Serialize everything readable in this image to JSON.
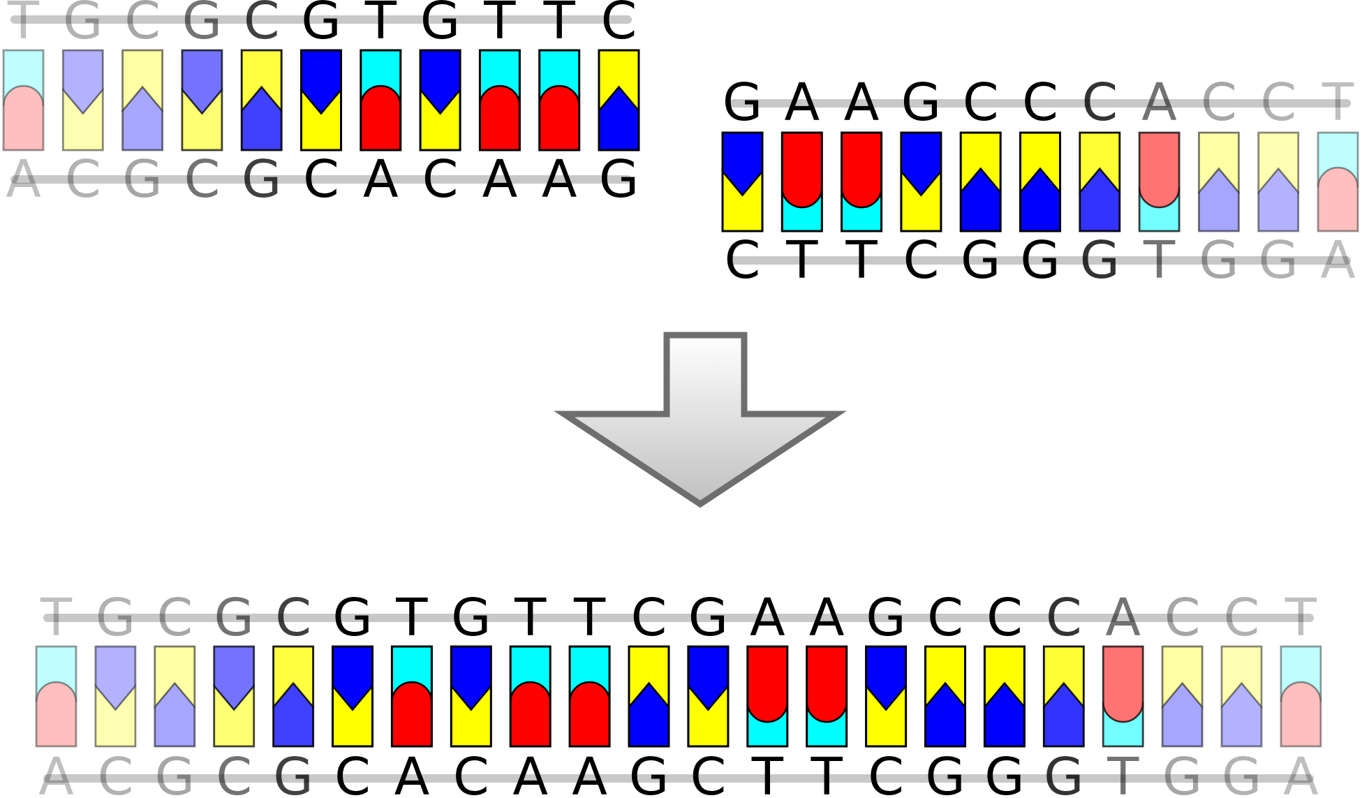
{
  "strands": [
    {
      "id": "fragment-left",
      "top_letters": [
        "T",
        "G",
        "C",
        "G",
        "C",
        "G",
        "T",
        "G",
        "T",
        "T",
        "C"
      ],
      "bottom_letters": [
        "A",
        "C",
        "G",
        "C",
        "G",
        "C",
        "A",
        "C",
        "A",
        "A",
        "G"
      ],
      "top_opacity": [
        0.25,
        0.3,
        0.35,
        0.55,
        0.75,
        1,
        1,
        1,
        1,
        1,
        1
      ],
      "bottom_opacity": [
        0.25,
        0.3,
        0.35,
        0.55,
        0.75,
        1,
        1,
        1,
        1,
        1,
        1
      ]
    },
    {
      "id": "fragment-right",
      "top_letters": [
        "G",
        "A",
        "A",
        "G",
        "C",
        "C",
        "C",
        "A",
        "C",
        "C",
        "T"
      ],
      "bottom_letters": [
        "C",
        "T",
        "T",
        "C",
        "G",
        "G",
        "G",
        "T",
        "G",
        "G",
        "A"
      ],
      "top_opacity": [
        1,
        1,
        1,
        1,
        1,
        1,
        0.8,
        0.55,
        0.35,
        0.3,
        0.25
      ],
      "bottom_opacity": [
        1,
        1,
        1,
        1,
        1,
        1,
        0.8,
        0.55,
        0.35,
        0.3,
        0.25
      ]
    },
    {
      "id": "ligated",
      "top_letters": [
        "T",
        "G",
        "C",
        "G",
        "C",
        "G",
        "T",
        "G",
        "T",
        "T",
        "C",
        "G",
        "A",
        "A",
        "G",
        "C",
        "C",
        "C",
        "A",
        "C",
        "C",
        "T"
      ],
      "bottom_letters": [
        "A",
        "C",
        "G",
        "C",
        "G",
        "C",
        "A",
        "C",
        "A",
        "A",
        "G",
        "C",
        "T",
        "T",
        "C",
        "G",
        "G",
        "G",
        "T",
        "G",
        "G",
        "A"
      ],
      "top_opacity": [
        0.25,
        0.3,
        0.35,
        0.55,
        0.75,
        1,
        1,
        1,
        1,
        1,
        1,
        1,
        1,
        1,
        1,
        1,
        1,
        0.8,
        0.55,
        0.35,
        0.3,
        0.25
      ],
      "bottom_opacity": [
        0.25,
        0.3,
        0.35,
        0.55,
        0.75,
        1,
        1,
        1,
        1,
        1,
        1,
        1,
        1,
        1,
        1,
        1,
        1,
        0.8,
        0.55,
        0.35,
        0.3,
        0.25
      ]
    }
  ],
  "colors": {
    "A": "#ff0000",
    "T": "#00ffff",
    "G": "#0000ff",
    "C": "#ffff00",
    "backbone": "#c8c8c8",
    "outline": "#000000",
    "arrow_fill": "#e8e8e8",
    "arrow_stroke": "#707070"
  },
  "icons": {
    "arrow": "down-arrow-icon"
  }
}
